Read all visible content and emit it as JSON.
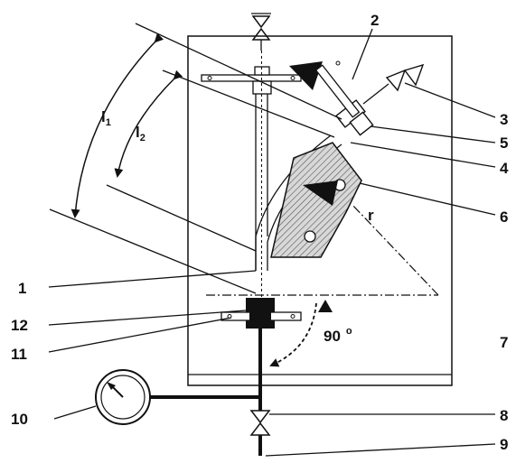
{
  "labels": {
    "n1": "1",
    "n2": "2",
    "n3": "3",
    "n4": "4",
    "n5": "5",
    "n6": "6",
    "n7": "7",
    "n8": "8",
    "n9": "9",
    "n10": "10",
    "n11": "11",
    "n12": "12",
    "l1": "l",
    "l1_sub": "1",
    "l2": "l",
    "l2_sub": "2",
    "r": "r",
    "angle": "90",
    "angle_unit": "o"
  }
}
